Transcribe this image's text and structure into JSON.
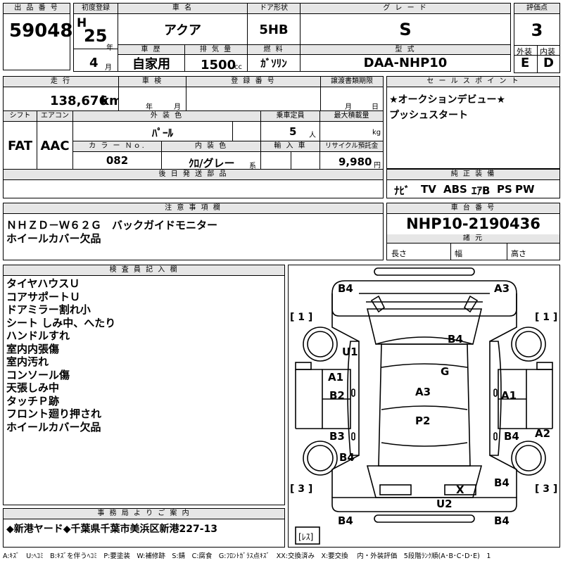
{
  "lot": {
    "label": "出 品 番 号",
    "value": "59048"
  },
  "first_reg": {
    "label": "初度登録",
    "era": "H",
    "year": "25",
    "year_unit": "年",
    "month": "4",
    "month_unit": "月"
  },
  "car_name": {
    "label": "車 名",
    "value": "アクア"
  },
  "door": {
    "label": "ドア形状",
    "value": "5HB"
  },
  "grade": {
    "label": "グ レ ー ド",
    "value": "S"
  },
  "score": {
    "label": "評価点",
    "value": "3",
    "ext_label": "外装",
    "ext_value": "E",
    "int_label": "内装",
    "int_value": "D"
  },
  "history": {
    "label": "車 歴",
    "value": "自家用"
  },
  "displacement": {
    "label": "排 気 量",
    "value": "1500",
    "unit": "cc"
  },
  "fuel": {
    "label": "燃 料",
    "value": "ｶﾞｿﾘﾝ"
  },
  "model": {
    "label": "型 式",
    "value": "DAA-NHP10"
  },
  "mileage": {
    "label": "走 行",
    "value": "138,676",
    "unit": "km"
  },
  "inspection": {
    "label": "車 検",
    "year_unit": "年",
    "month_unit": "月"
  },
  "registration": {
    "label": "登 録 番 号"
  },
  "transfer_deadline": {
    "label": "譲渡書類期限",
    "month_unit": "月",
    "day_unit": "日"
  },
  "shift": {
    "label": "シフト",
    "value": "FAT"
  },
  "aircon": {
    "label": "エアコン",
    "value": "AAC"
  },
  "exterior_color": {
    "label": "外 装 色",
    "value": "ﾊﾟｰﾙ"
  },
  "capacity": {
    "label": "乗車定員",
    "value": "5",
    "unit": "人"
  },
  "max_load": {
    "label": "最大積載量",
    "unit": "kg"
  },
  "color_no": {
    "label": "カ ラ ー Ｎｏ.",
    "value": "082"
  },
  "interior_color": {
    "label": "内 装 色",
    "value": "ｸﾛ/グレー",
    "unit": "系"
  },
  "import": {
    "label": "輸 入 車"
  },
  "recycle": {
    "label": "リサイクル預託金",
    "value": "9,980",
    "unit": "円"
  },
  "later_parts": {
    "label": "後 日 発 送 部 品"
  },
  "sales_points": {
    "label": "セ ー ル ス ポ イ ン ト",
    "lines": [
      "★オークションデビュー★",
      "プッシュスタート"
    ]
  },
  "equipment": {
    "label": "純 正 装 備",
    "items": [
      "ﾅﾋﾞ",
      "TV",
      "ABS",
      "ｴｱB",
      "PS",
      "PW"
    ]
  },
  "notes": {
    "label": "注 意 事 項 欄",
    "lines": [
      "ＮＨＺＤ－Ｗ６２Ｇ　バックガイドモニター",
      "ホイールカバー欠品"
    ]
  },
  "chassis": {
    "label": "車 台 番 号",
    "value": "NHP10-2190436"
  },
  "specs": {
    "label": "諸 元",
    "length": "長さ",
    "width": "幅",
    "height": "高さ"
  },
  "inspector": {
    "label": "検 査 員 記 入 欄",
    "lines": [
      "タイヤハウスＵ",
      "コアサポートＵ",
      "ドアミラー割れ小",
      "シート しみ中、へたり",
      "ハンドルすれ",
      "室内内張傷",
      "室内汚れ",
      "コンソール傷",
      "天張しみ中",
      "タッチＰ跡",
      "フロント廻り押され",
      "ホイールカバー欠品"
    ]
  },
  "office": {
    "label": "事 務 局 よ り ご 案 内",
    "value": "◆新港ヤード◆千葉県千葉市美浜区新港227-13"
  },
  "diagram": {
    "marks": [
      "B4",
      "A3",
      "B4",
      "U1",
      "G",
      "A1",
      "B2",
      "A3",
      "A1",
      "P2",
      "B3",
      "B4",
      "A2",
      "B4",
      "B4",
      "X",
      "U2",
      "B4",
      "B4"
    ],
    "tires": [
      "[ 1 ]",
      "[ 1 ]",
      "[ 3 ]",
      "[ 3 ]"
    ],
    "spare": "[ﾚｽ]"
  },
  "legend": "A:ｷｽﾞ　U:ﾍｺﾐ　B:ｷｽﾞを伴うﾍｺﾐ　P:要塗装　W:補修跡　S:錆　C:腐食　G:ﾌﾛﾝﾄｶﾞﾗｽ点ｷｽﾞ　XX:交換済み　X:要交換　 内・外装評価　5段階ﾗﾝｸ順(A･B･C･D･E)　1"
}
